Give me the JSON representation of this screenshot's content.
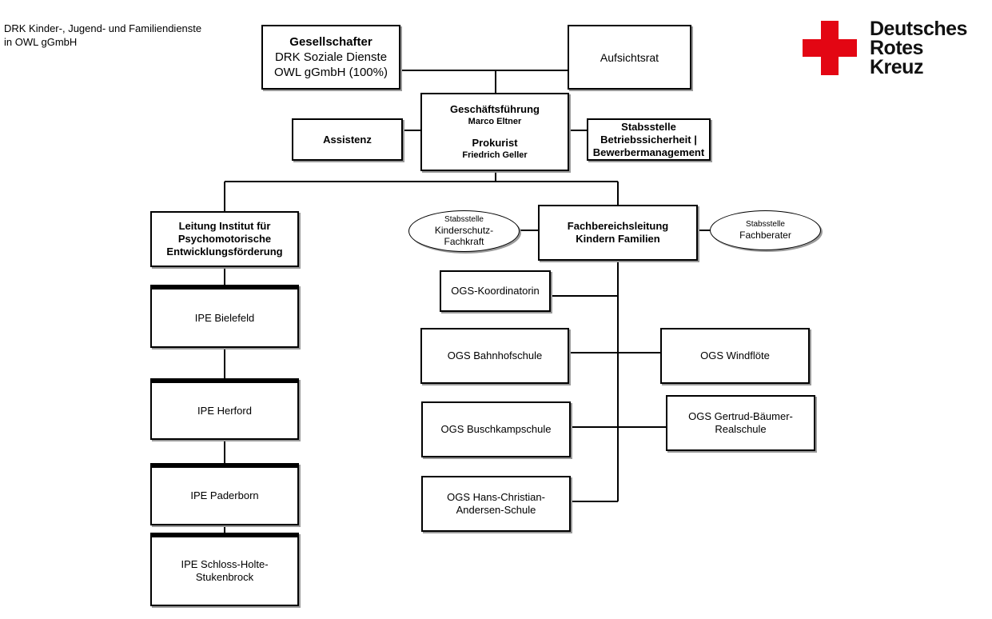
{
  "org_name": [
    "DRK Kinder-, Jugend- und Familiendienste",
    "in OWL gGmbH"
  ],
  "logo": {
    "text": [
      "Deutsches",
      "Rotes",
      "Kreuz"
    ],
    "color": "#e30613"
  },
  "boxes": {
    "gesellschafter": {
      "title": "Gesellschafter",
      "lines": [
        "DRK Soziale Dienste",
        "OWL gGmbH (100%)"
      ]
    },
    "aufsichtsrat": "Aufsichtsrat",
    "geschaeftsfuehrung": {
      "title": "Geschäftsführung",
      "name": "Marco Eltner",
      "title2": "Prokurist",
      "name2": "Friedrich Geller"
    },
    "assistenz": "Assistenz",
    "stabsstelle_betrieb": [
      "Stabsstelle",
      "Betriebssicherheit |",
      "Bewerbermanagement"
    ],
    "leitung_institut": [
      "Leitung Institut für",
      "Psychomotorische",
      "Entwicklungsförderung"
    ],
    "fachbereichsleitung": [
      "Fachbereichsleitung",
      "Kindern Familien"
    ],
    "ipe": [
      "IPE Bielefeld",
      "IPE Herford",
      "IPE Paderborn",
      [
        "IPE Schloss-Holte-",
        "Stukenbrock"
      ]
    ],
    "ogs_koordinatorin": "OGS-Koordinatorin",
    "ogs_bahnhofschule": "OGS Bahnhofschule",
    "ogs_windfloete": "OGS Windflöte",
    "ogs_buschkampschule": "OGS Buschkampschule",
    "ogs_gertrud": [
      "OGS Gertrud-Bäumer-",
      "Realschule"
    ],
    "ogs_hca": [
      "OGS Hans-Christian-",
      "Andersen-Schule"
    ]
  },
  "ovals": {
    "kinderschutz": {
      "label": "Stabsstelle",
      "lines": [
        "Kinderschutz-",
        "Fachkraft"
      ]
    },
    "fachberater": {
      "label": "Stabsstelle",
      "lines": [
        "Fachberater"
      ]
    }
  }
}
